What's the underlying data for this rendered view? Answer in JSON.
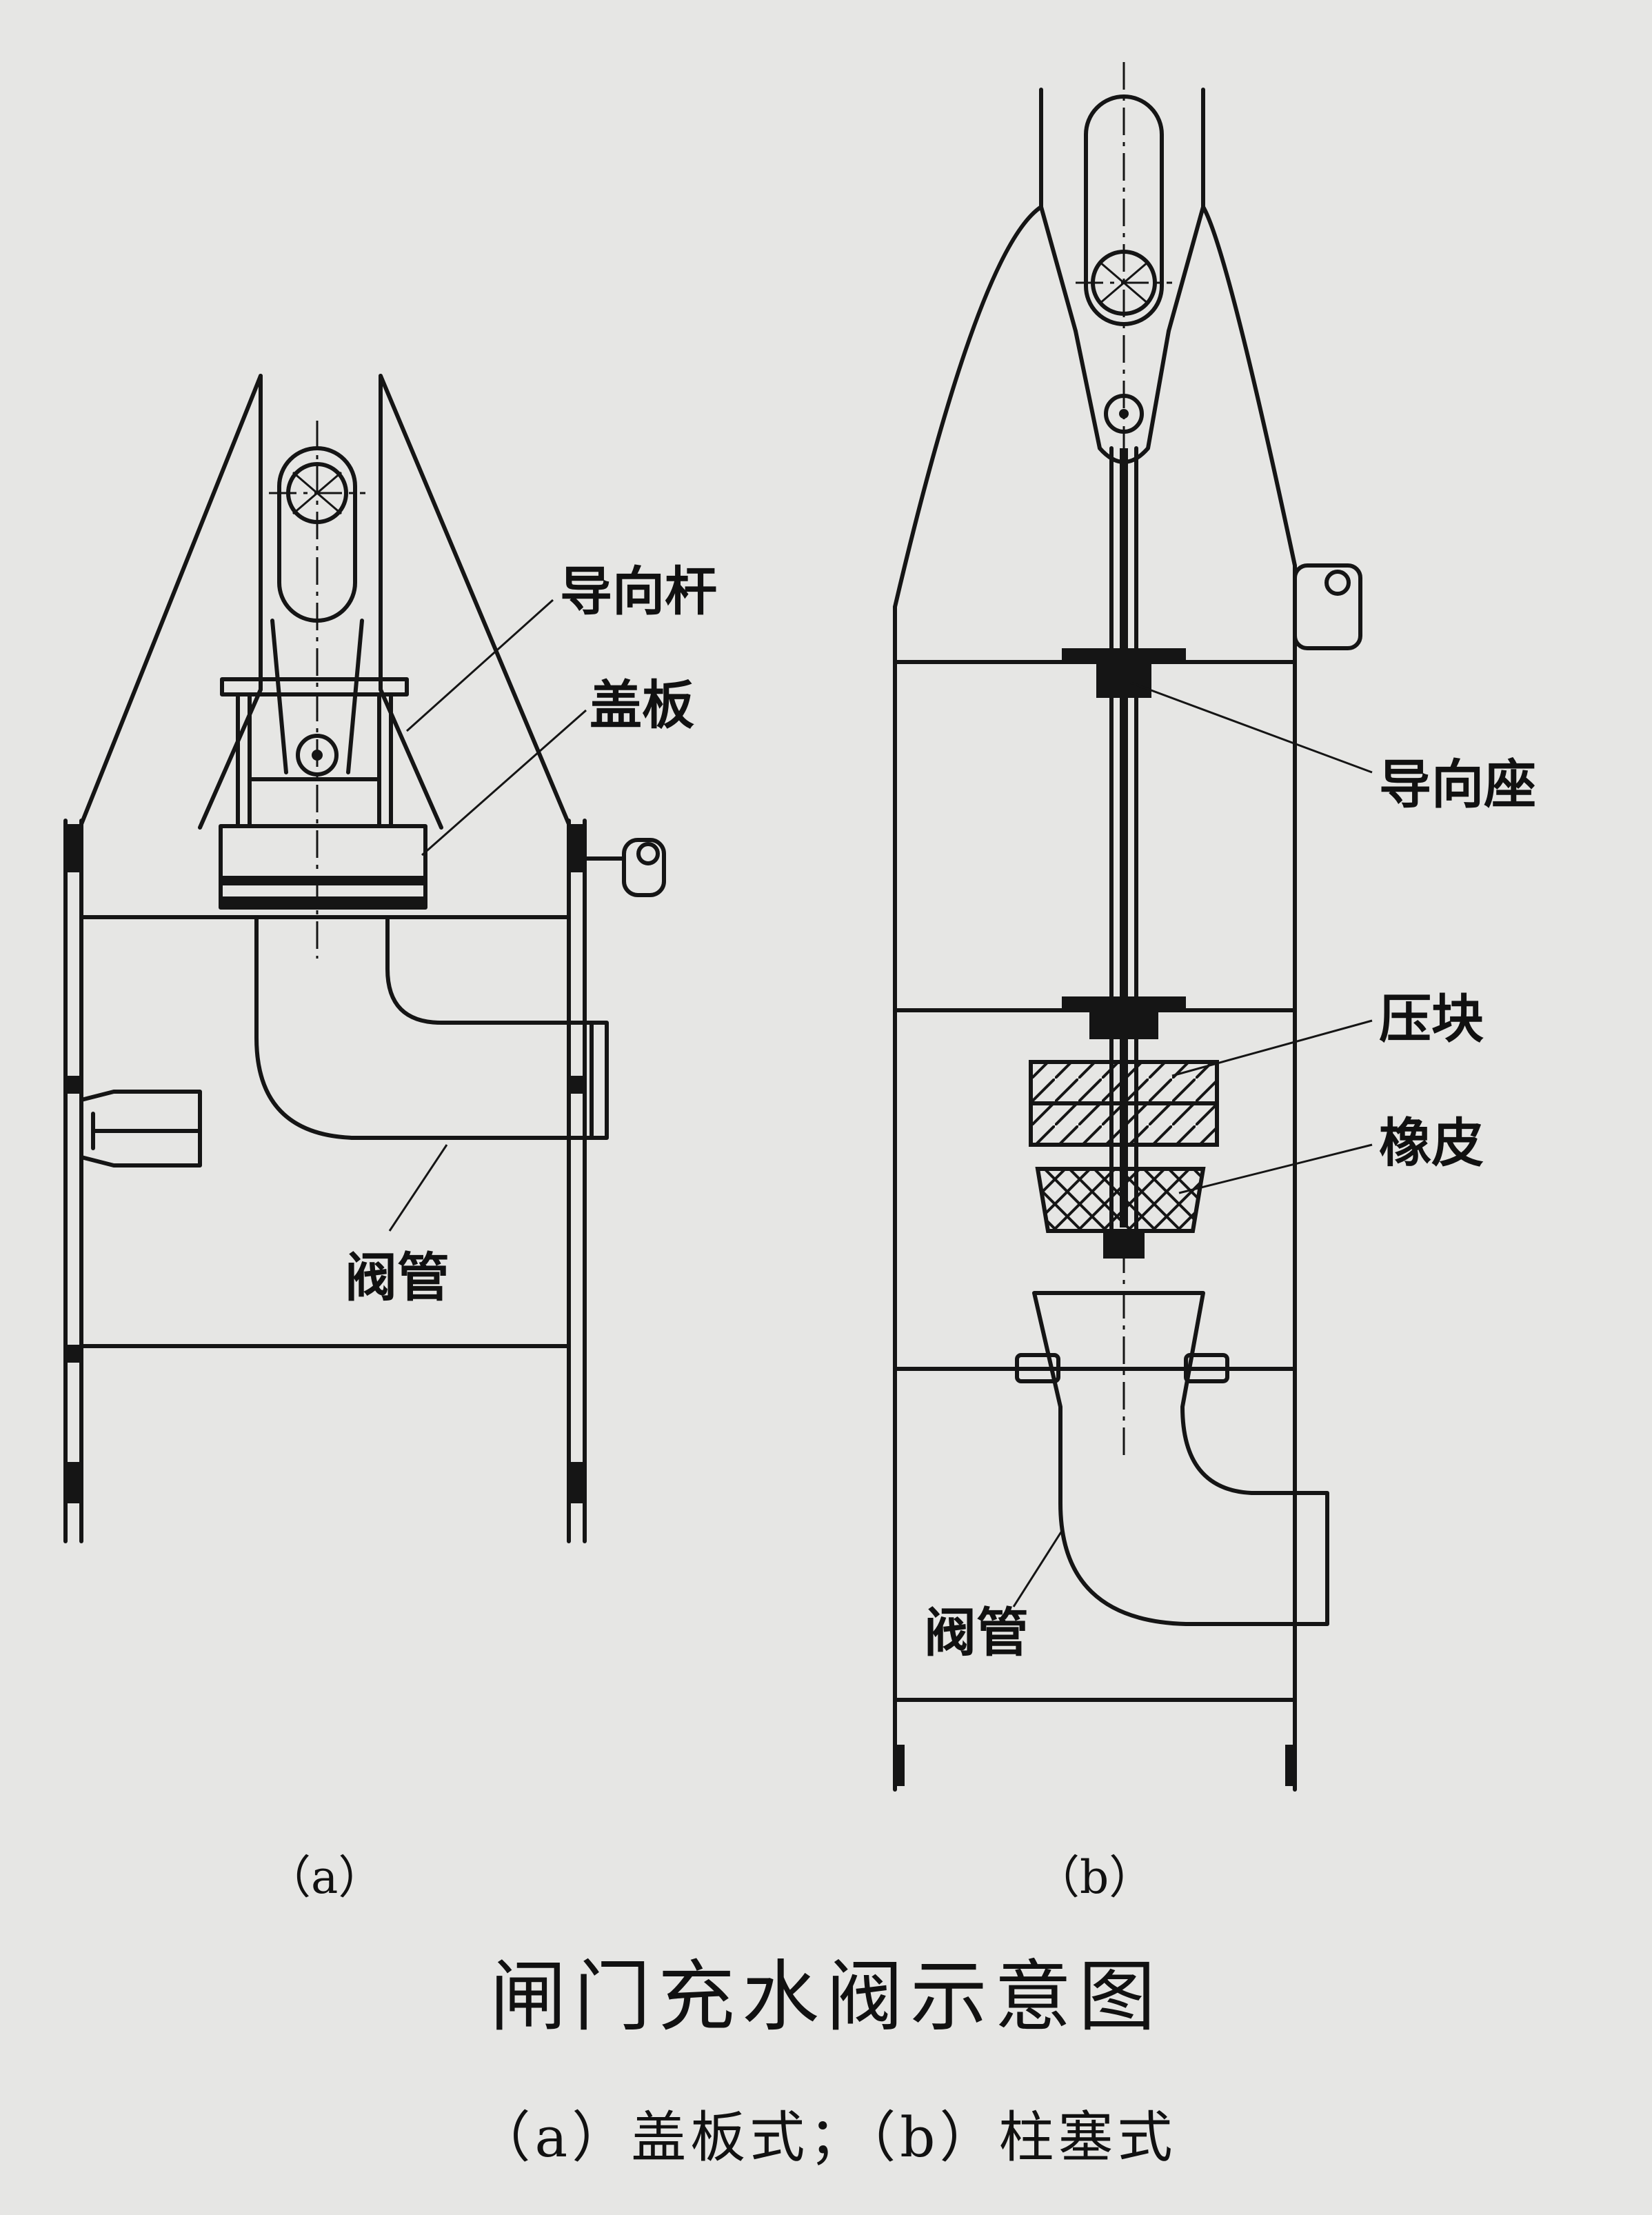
{
  "figure": {
    "title": "闸门充水阀示意图",
    "caption": "（a）盖板式；（b）柱塞式"
  },
  "panel_a": {
    "sublabel": "（a）",
    "labels": {
      "guide_rod": "导向杆",
      "cover_plate": "盖板",
      "valve_pipe": "阀管"
    }
  },
  "panel_b": {
    "sublabel": "（b）",
    "labels": {
      "guide_seat": "导向座",
      "press_block": "压块",
      "rubber": "橡皮",
      "valve_pipe": "阀管"
    }
  }
}
